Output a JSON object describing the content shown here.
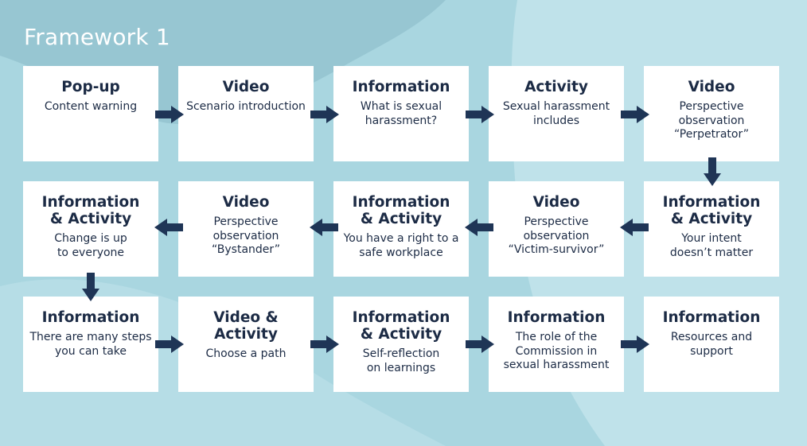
{
  "title": "Framework 1",
  "colors": {
    "background": "#a9d6e0",
    "box": "#ffffff",
    "text": "#1c2b45",
    "arrow": "#1f3556"
  },
  "rows": [
    [
      {
        "heading": "Pop-up",
        "text": "Content warning"
      },
      {
        "heading": "Video",
        "text": "Scenario introduction"
      },
      {
        "heading": "Information",
        "text": "What is sexual\nharassment?"
      },
      {
        "heading": "Activity",
        "text": "Sexual harassment\nincludes"
      },
      {
        "heading": "Video",
        "text": "Perspective\nobservation\n“Perpetrator”"
      }
    ],
    [
      {
        "heading": "Information\n& Activity",
        "text": "Change is up\nto everyone"
      },
      {
        "heading": "Video",
        "text": "Perspective\nobservation\n“Bystander”"
      },
      {
        "heading": "Information\n& Activity",
        "text": "You have a right to a\nsafe workplace"
      },
      {
        "heading": "Video",
        "text": "Perspective\nobservation\n“Victim-survivor”"
      },
      {
        "heading": "Information\n& Activity",
        "text": "Your intent\ndoesn’t matter"
      }
    ],
    [
      {
        "heading": "Information",
        "text": "There are many steps\nyou can take"
      },
      {
        "heading": "Video & Activity",
        "text": "Choose a path"
      },
      {
        "heading": "Information\n& Activity",
        "text": "Self-reflection\non learnings"
      },
      {
        "heading": "Information",
        "text": "The role of the\nCommission in\nsexual harassment"
      },
      {
        "heading": "Information",
        "text": "Resources and support"
      }
    ]
  ]
}
